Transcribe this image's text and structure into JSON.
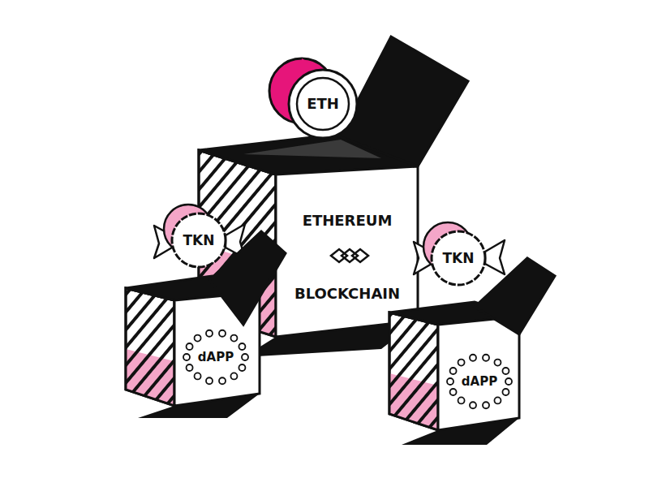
{
  "diagram": {
    "nodes": [
      {
        "text": [
          "ETH"
        ]
      },
      {
        "text": [
          "ETHEREUM",
          "BLOCKCHAIN"
        ]
      },
      {
        "text": [
          "TKN"
        ]
      },
      {
        "text": [
          "TKN"
        ]
      },
      {
        "text": [
          "dAPP"
        ]
      },
      {
        "text": [
          "dAPP"
        ]
      }
    ]
  }
}
